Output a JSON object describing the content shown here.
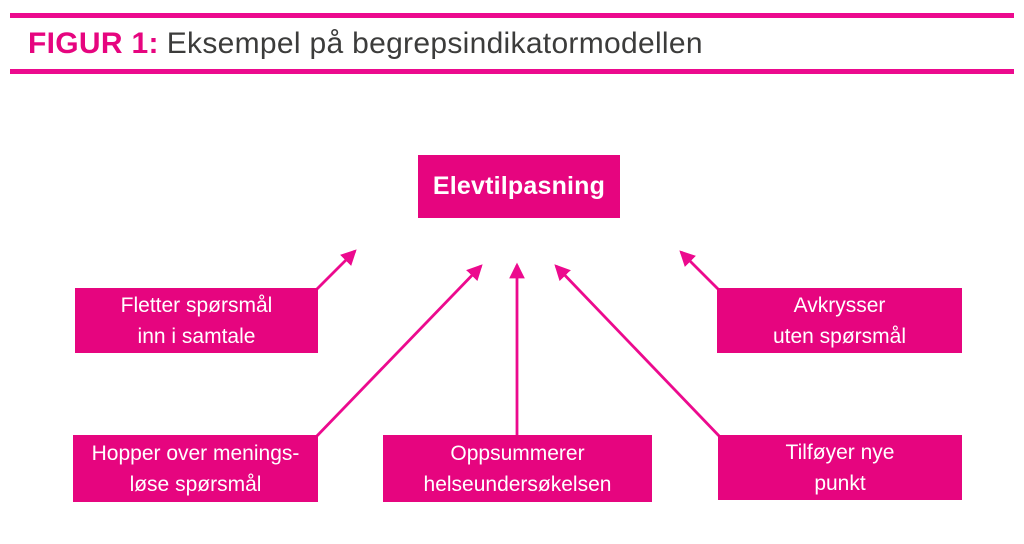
{
  "figure": {
    "label": "FIGUR 1:",
    "title": "Eksempel på begrepsindikatormodellen"
  },
  "colors": {
    "box_fill": "#E6057F",
    "arrow": "#EC0A8E",
    "header_rule": "#EC0A8E",
    "title_text": "#3C3C3B",
    "box_text": "#FFFFFF"
  },
  "diagram": {
    "center": {
      "label": "Elevtilpasning"
    },
    "indicators": [
      {
        "id": "fletter",
        "lines": [
          "Fletter spørsmål",
          "inn i samtale"
        ]
      },
      {
        "id": "avkrysser",
        "lines": [
          "Avkrysser",
          "uten spørsmål"
        ]
      },
      {
        "id": "hopper",
        "lines": [
          "Hopper over menings-",
          "løse spørsmål"
        ]
      },
      {
        "id": "oppsummerer",
        "lines": [
          "Oppsummerer",
          "helseundersøkelsen"
        ]
      },
      {
        "id": "tilfoyer",
        "lines": [
          "Tilføyer nye",
          "punkt"
        ]
      }
    ],
    "arrows": [
      {
        "from": "fletter",
        "to": "Elevtilpasning"
      },
      {
        "from": "hopper",
        "to": "Elevtilpasning"
      },
      {
        "from": "oppsummerer",
        "to": "Elevtilpasning"
      },
      {
        "from": "tilfoyer",
        "to": "Elevtilpasning"
      },
      {
        "from": "avkrysser",
        "to": "Elevtilpasning"
      }
    ]
  }
}
